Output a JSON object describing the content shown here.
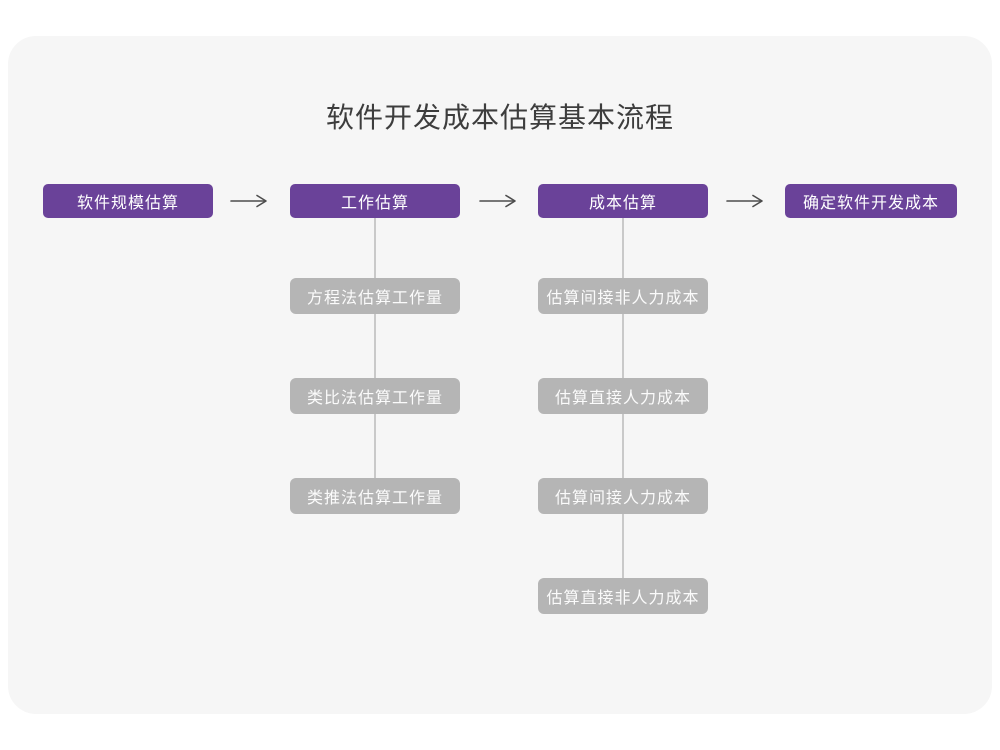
{
  "title": "软件开发成本估算基本流程",
  "colors": {
    "page_bg": "#ffffff",
    "card_bg": "#f6f6f6",
    "primary": "#6a4299",
    "sub_box": "#b5b5b5",
    "connector": "#c9c9c9",
    "arrow": "#4d4d4d",
    "title_text": "#3d3d3d"
  },
  "flow": {
    "main_steps": [
      {
        "label": "软件规模估算",
        "sub_steps": []
      },
      {
        "label": "工作估算",
        "sub_steps": [
          "方程法估算工作量",
          "类比法估算工作量",
          "类推法估算工作量"
        ]
      },
      {
        "label": "成本估算",
        "sub_steps": [
          "估算间接非人力成本",
          "估算直接人力成本",
          "估算间接人力成本",
          "估算直接非人力成本"
        ]
      },
      {
        "label": "确定软件开发成本",
        "sub_steps": []
      }
    ]
  }
}
